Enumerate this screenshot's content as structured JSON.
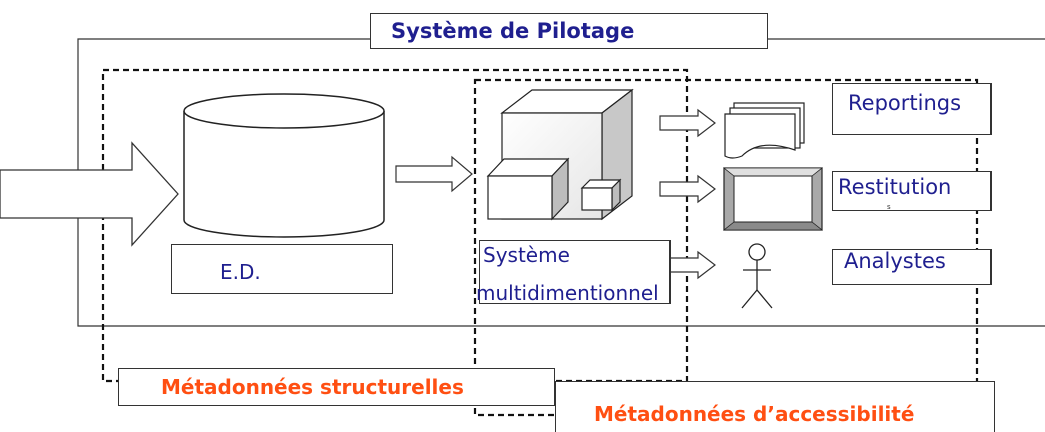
{
  "title": "Système de Pilotage",
  "nodes": {
    "ed": "E.D.",
    "systeme_line1": "Système",
    "systeme_line2": "multidimentionnel",
    "reportings": "Reportings",
    "restitution": "Restitution",
    "restitution_mark": "s",
    "analystes": "Analystes"
  },
  "metadata": {
    "structurelles": "Métadonnées structurelles",
    "accessibilite": "Métadonnées d’accessibilité"
  },
  "colors": {
    "title_text": "#1f1f8f",
    "label_text": "#1f1f8f",
    "metadata_text": "#ff4f12"
  }
}
